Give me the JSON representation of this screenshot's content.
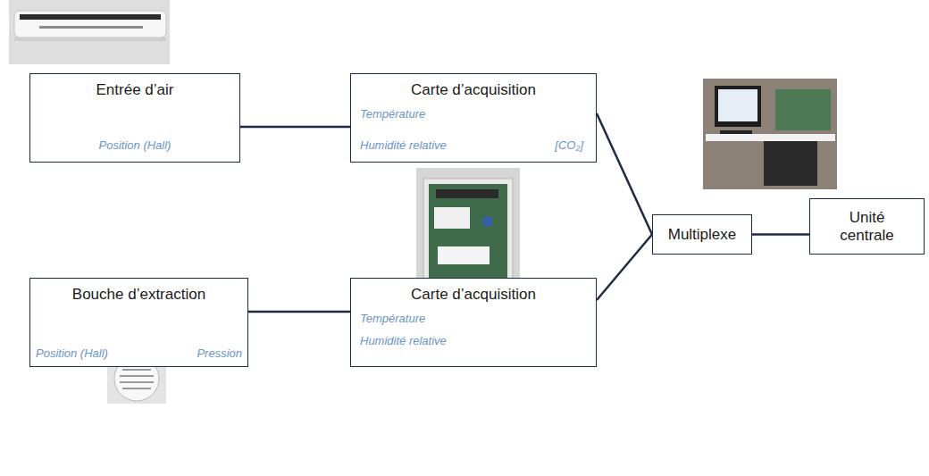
{
  "diagram": {
    "nodes": [
      {
        "text": [
          "Entrée d’air",
          "Position (Hall)"
        ]
      },
      {
        "text": [
          "Carte d’acquisition",
          "Température",
          "Humidité relative",
          "[CO₂]"
        ]
      },
      {
        "text": [
          "Bouche d’extraction",
          "Position (Hall)",
          "Pression"
        ]
      },
      {
        "text": [
          "Carte d’acquisition",
          "Température",
          "Humidité relative"
        ]
      },
      {
        "text": [
          "Multiplexe"
        ]
      },
      {
        "text": [
          "Unité centrale"
        ]
      }
    ],
    "edges": [
      {
        "from": 0,
        "to": 1,
        "arrow": "none"
      },
      {
        "from": 2,
        "to": 3,
        "arrow": "none"
      },
      {
        "from": 1,
        "to": 4,
        "arrow": "none"
      },
      {
        "from": 3,
        "to": 4,
        "arrow": "none"
      },
      {
        "from": 4,
        "to": 5,
        "arrow": "none"
      }
    ]
  }
}
